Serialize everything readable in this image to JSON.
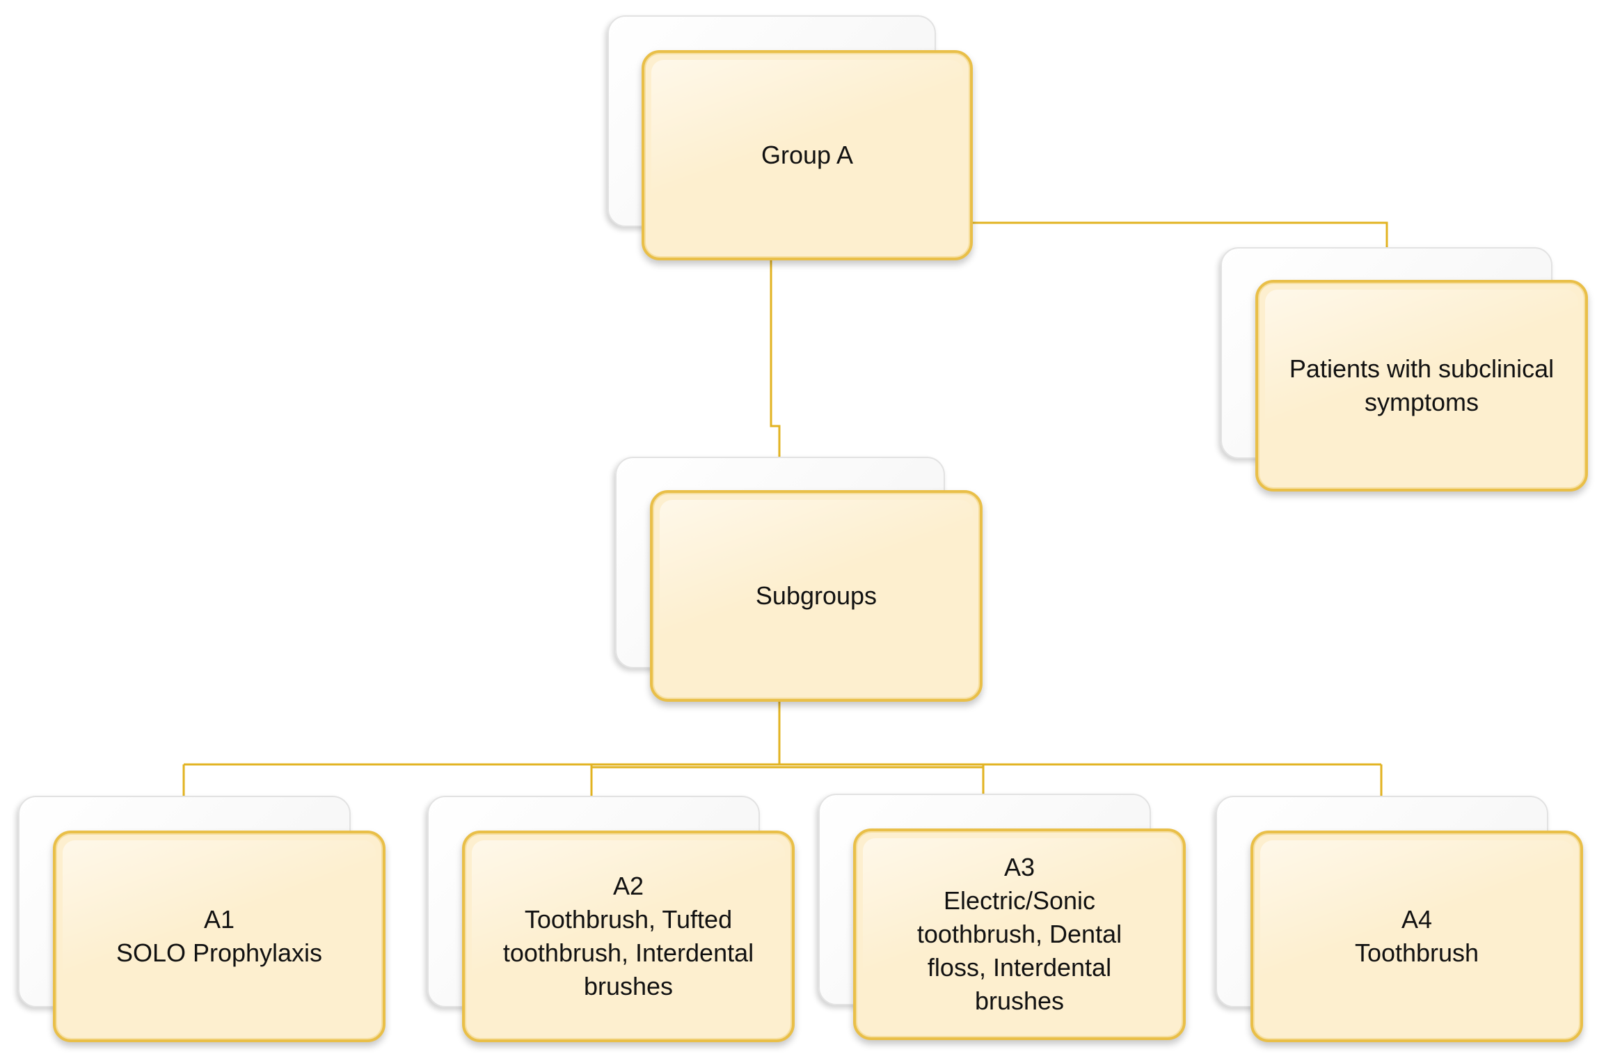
{
  "diagram": {
    "connector_color": "#e2b321",
    "card_fill": "#fdefcf",
    "card_border": "#e9bf48",
    "nodes": {
      "group_a": {
        "label": "Group A"
      },
      "patients": {
        "label": "Patients with subclinical\nsymptoms"
      },
      "subgroups": {
        "label": "Subgroups"
      },
      "a1": {
        "label": "A1\nSOLO Prophylaxis"
      },
      "a2": {
        "label": "A2\nToothbrush, Tufted\ntoothbrush, Interdental\nbrushes"
      },
      "a3": {
        "label": "A3\nElectric/Sonic\ntoothbrush, Dental\nfloss, Interdental\nbrushes"
      },
      "a4": {
        "label": "A4\nToothbrush"
      }
    }
  }
}
